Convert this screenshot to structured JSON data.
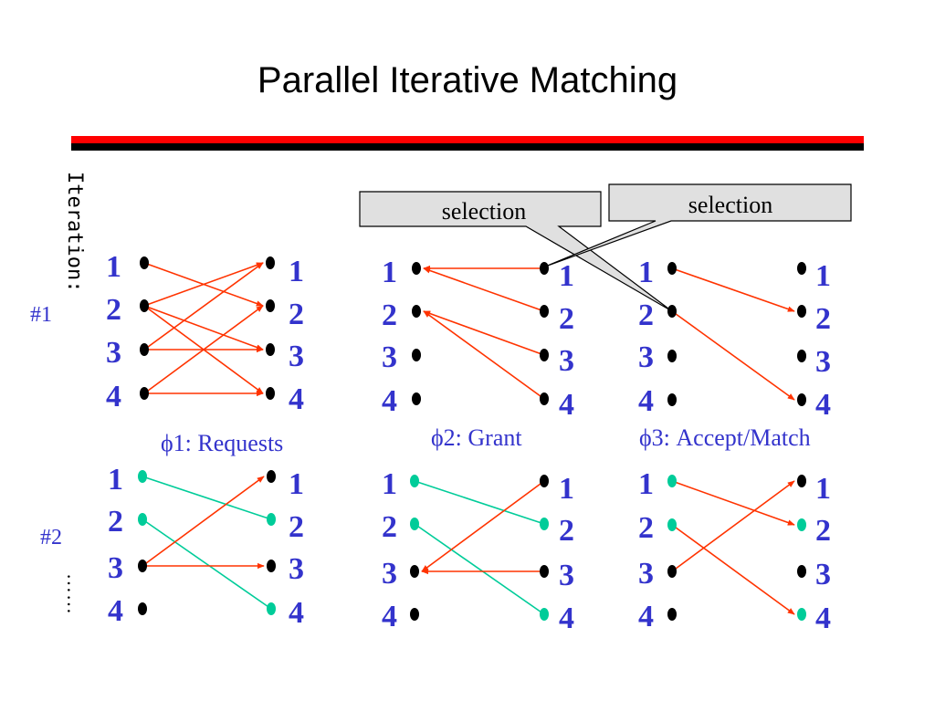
{
  "title": "Parallel Iterative Matching",
  "iteration_label": "Iteration:",
  "iteration_1": "#1",
  "iteration_2": "#2",
  "continuation": "……",
  "callouts": [
    "selection",
    "selection"
  ],
  "phases": [
    "ϕ1: Requests",
    "ϕ2: Grant",
    "ϕ3: Accept/Match"
  ],
  "port_labels": [
    "1",
    "2",
    "3",
    "4"
  ],
  "colors": {
    "request_edge": "#ff3300",
    "granted_edge": "#00cc99",
    "label": "#3333cc",
    "bar_red": "#ff0000",
    "bar_black": "#000000"
  },
  "iterations": [
    {
      "name": "#1",
      "phases": [
        {
          "name": "ϕ1: Requests",
          "edges": [
            {
              "from": 1,
              "to": 2
            },
            {
              "from": 2,
              "to": 1
            },
            {
              "from": 2,
              "to": 3
            },
            {
              "from": 2,
              "to": 4
            },
            {
              "from": 3,
              "to": 1
            },
            {
              "from": 3,
              "to": 3
            },
            {
              "from": 4,
              "to": 2
            },
            {
              "from": 4,
              "to": 4
            }
          ]
        },
        {
          "name": "ϕ2: Grant",
          "edges": [
            {
              "from": 1,
              "to": 1
            },
            {
              "from": 1,
              "to": 2
            },
            {
              "from": 2,
              "to": 3
            },
            {
              "from": 2,
              "to": 4
            }
          ]
        },
        {
          "name": "ϕ3: Accept/Match",
          "edges": [
            {
              "from": 1,
              "to": 2
            },
            {
              "from": 2,
              "to": 4
            }
          ]
        }
      ]
    },
    {
      "name": "#2",
      "matched_inputs": [
        1,
        2
      ],
      "matched_outputs": [
        2,
        4
      ],
      "phases": [
        {
          "name": "ϕ1: Requests",
          "edges": [
            {
              "from": 1,
              "to": 2,
              "matched": true
            },
            {
              "from": 2,
              "to": 4,
              "matched": true
            },
            {
              "from": 3,
              "to": 1
            },
            {
              "from": 3,
              "to": 3
            }
          ]
        },
        {
          "name": "ϕ2: Grant",
          "edges": [
            {
              "from": 1,
              "to": 2,
              "matched": true
            },
            {
              "from": 2,
              "to": 4,
              "matched": true
            },
            {
              "from": 3,
              "to": 1
            },
            {
              "from": 3,
              "to": 3
            }
          ]
        },
        {
          "name": "ϕ3: Accept/Match",
          "edges": [
            {
              "from": 1,
              "to": 2
            },
            {
              "from": 2,
              "to": 4
            },
            {
              "from": 3,
              "to": 1
            }
          ]
        }
      ]
    }
  ]
}
